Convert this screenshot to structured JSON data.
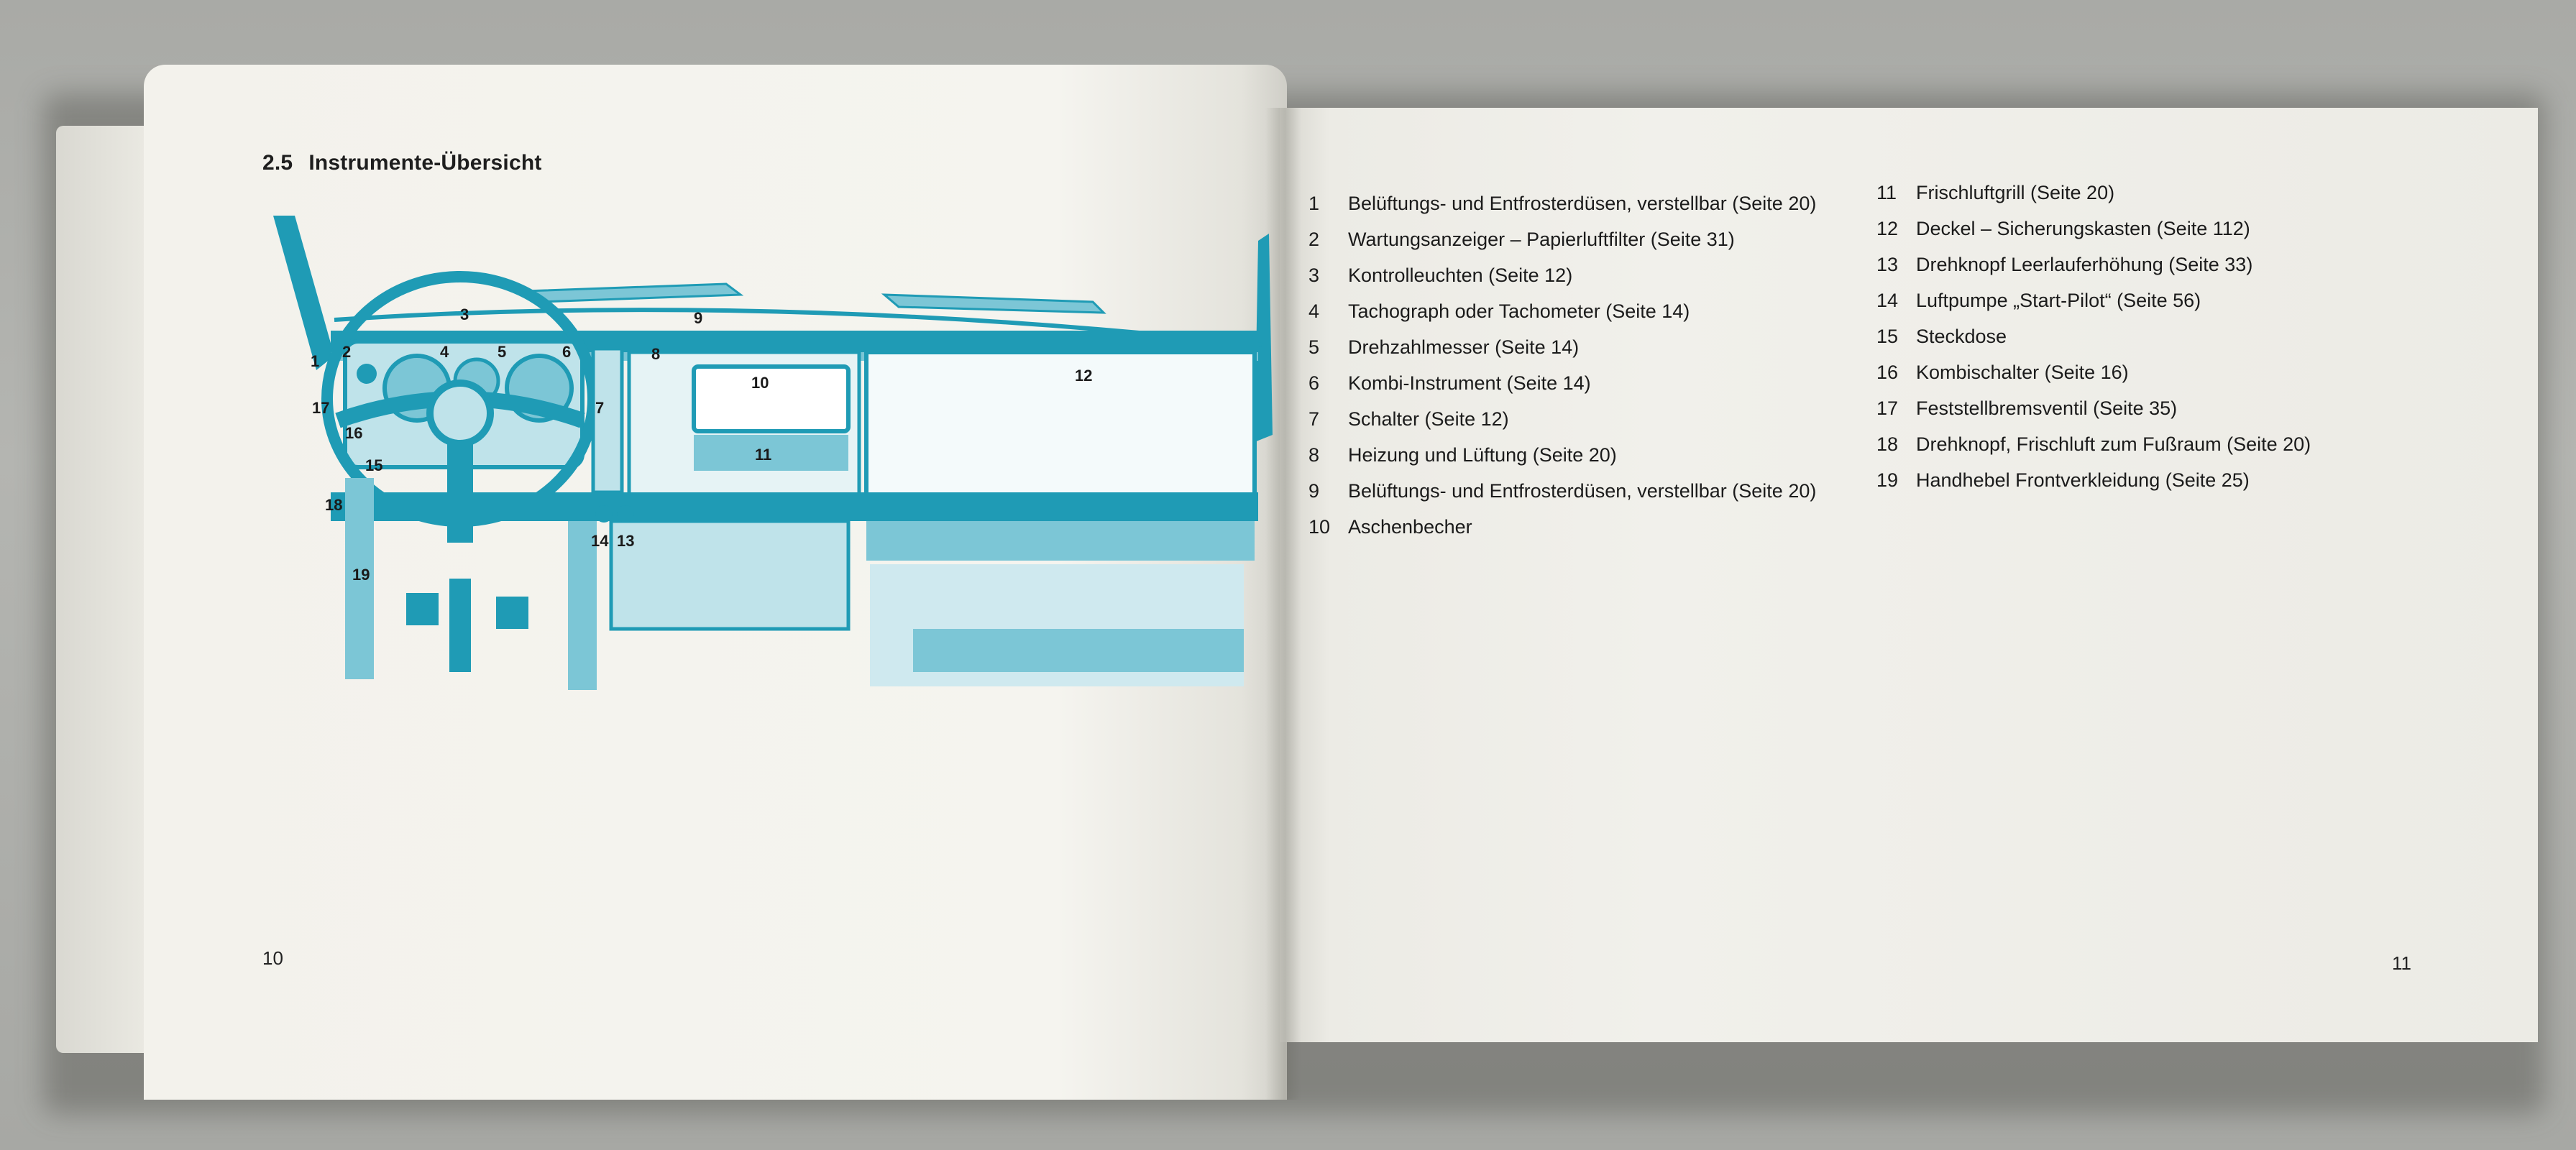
{
  "section": {
    "number": "2.5",
    "title": "Instrumente-Übersicht"
  },
  "callouts": [
    "1",
    "2",
    "3",
    "4",
    "5",
    "6",
    "7",
    "8",
    "9",
    "10",
    "11",
    "12",
    "13",
    "14",
    "15",
    "16",
    "17",
    "18",
    "19"
  ],
  "legend_left": [
    {
      "num": "1",
      "text": "Belüftungs- und Entfrosterdüsen, verstellbar (Seite 20)"
    },
    {
      "num": "2",
      "text": "Wartungsanzeiger – Papierluftfilter (Seite 31)"
    },
    {
      "num": "3",
      "text": "Kontrolleuchten (Seite 12)"
    },
    {
      "num": "4",
      "text": "Tachograph oder Tachometer (Seite 14)"
    },
    {
      "num": "5",
      "text": "Drehzahlmesser (Seite 14)"
    },
    {
      "num": "6",
      "text": "Kombi-Instrument (Seite 14)"
    },
    {
      "num": "7",
      "text": "Schalter (Seite 12)"
    },
    {
      "num": "8",
      "text": "Heizung und Lüftung (Seite 20)"
    },
    {
      "num": "9",
      "text": "Belüftungs- und Entfrosterdüsen, verstellbar (Seite 20)"
    },
    {
      "num": "10",
      "text": "Aschenbecher"
    }
  ],
  "legend_right": [
    {
      "num": "11",
      "text": "Frischluftgrill (Seite 20)"
    },
    {
      "num": "12",
      "text": "Deckel – Sicherungskasten (Seite 112)"
    },
    {
      "num": "13",
      "text": "Drehknopf Leerlauferhöhung (Seite 33)"
    },
    {
      "num": "14",
      "text": "Luftpumpe „Start-Pilot“ (Seite 56)"
    },
    {
      "num": "15",
      "text": "Steckdose"
    },
    {
      "num": "16",
      "text": "Kombischalter (Seite 16)"
    },
    {
      "num": "17",
      "text": "Feststellbremsventil (Seite 35)"
    },
    {
      "num": "18",
      "text": "Drehknopf, Frischluft zum Fußraum (Seite 20)"
    },
    {
      "num": "19",
      "text": "Handhebel Frontverkleidung (Seite 25)"
    }
  ],
  "page_numbers": {
    "left": "10",
    "right": "11"
  },
  "colors": {
    "illustration": "#1f9bb5",
    "illustration_light": "#7cc6d6",
    "paper": "#f1f0ea",
    "text": "#1b1b1b"
  }
}
